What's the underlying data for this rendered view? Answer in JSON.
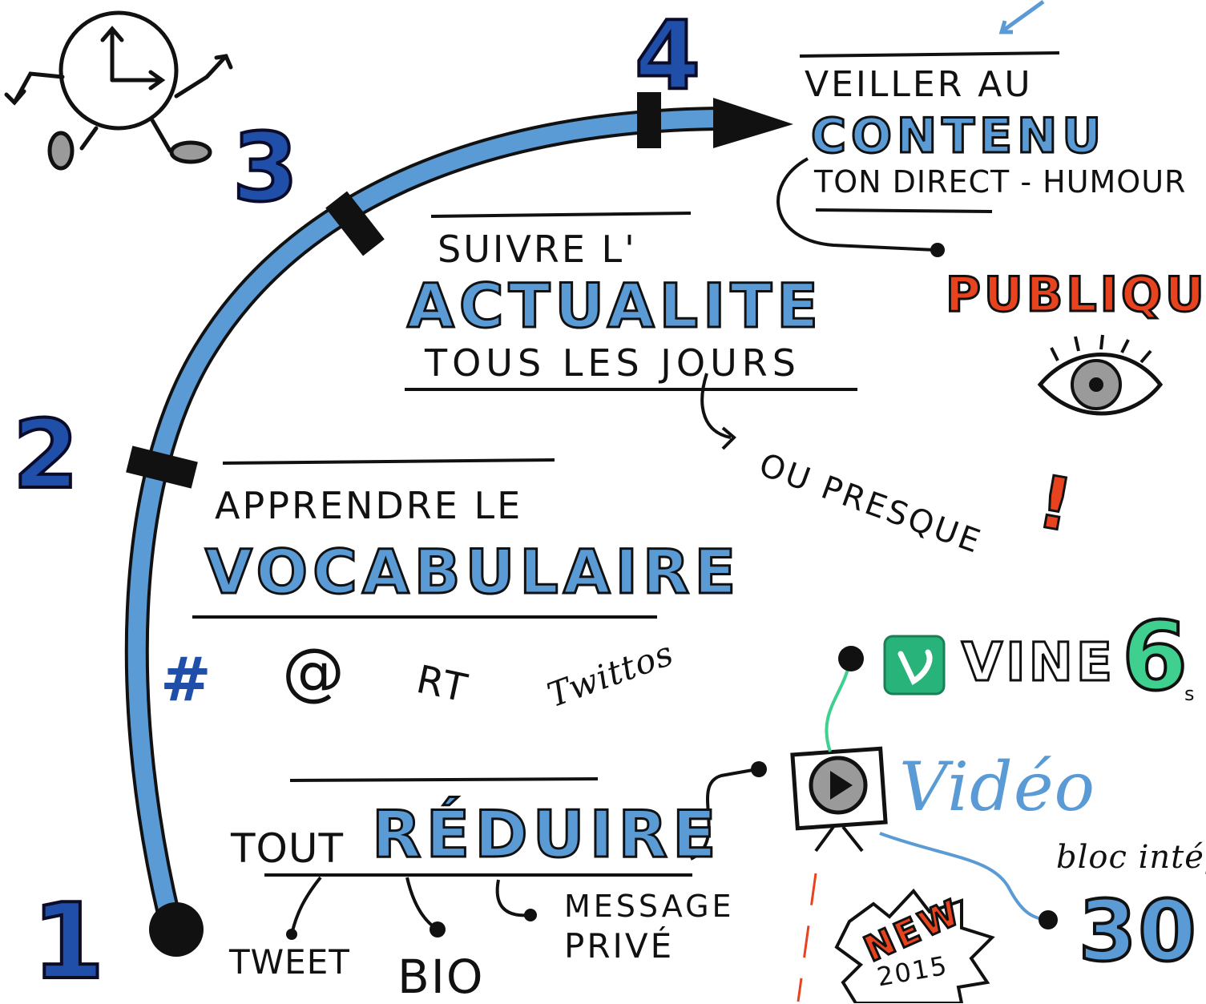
{
  "colors": {
    "accent_blue": "#5b9bd5",
    "dark_blue": "#1f4fa8",
    "red": "#e8431f",
    "green": "#3fcf8e",
    "vine_green": "#27b37a"
  },
  "steps": {
    "n1": "1",
    "n2": "2",
    "n3": "3",
    "n4": "4"
  },
  "step2": {
    "line1": "APPRENDRE LE",
    "keyword": "VOCABULAIRE",
    "symbols": [
      "#",
      "@",
      "RT",
      "Twittos"
    ]
  },
  "step3": {
    "line1": "SUIVRE L'",
    "keyword": "ACTUALITE",
    "line2": "TOUS LES JOURS",
    "aside": "OU PRESQUE",
    "aside_mark": "!"
  },
  "step4": {
    "line1": "VEILLER AU",
    "keyword": "CONTENU",
    "line2": "TON DIRECT - HUMOUR"
  },
  "public": {
    "label": "PUBLIQUE"
  },
  "step1": {
    "prefix": "TOUT",
    "keyword": "RÉDUIRE",
    "items": [
      "TWEET",
      "BIO"
    ],
    "message_line1": "MESSAGE",
    "message_line2": "PRIVÉ"
  },
  "media": {
    "vine_label": "VINE",
    "vine_seconds": "6",
    "vine_unit": "s",
    "video_label": "Vidéo",
    "bloc_label": "bloc intég",
    "thirty": "30",
    "new_label": "NEW",
    "new_year": "2015"
  }
}
